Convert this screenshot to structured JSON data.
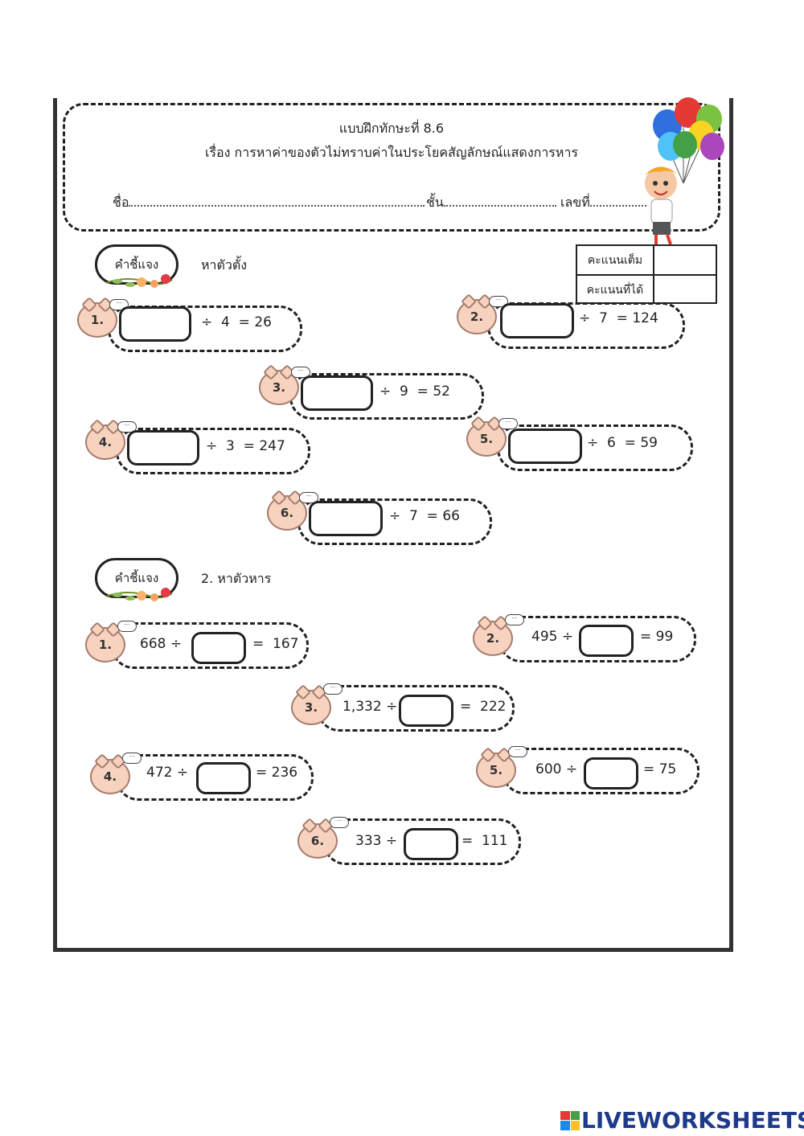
{
  "header": {
    "exercise_title": "แบบฝึกทักษะที่ 8.6",
    "subject": "เรื่อง การหาค่าของตัวไม่ทราบค่าในประโยคสัญลักษณ์แสดงการหาร",
    "name_label": "ชื่อ",
    "class_label": "ชั้น",
    "number_label": "เลขที่"
  },
  "score_table": {
    "full_score_label": "คะแนนเต็ม",
    "obtained_score_label": "คะแนนที่ได้"
  },
  "section1": {
    "badge": "คำชี้แจง",
    "instruction": "หาตัวตั้ง",
    "problems": [
      {
        "num": "1.",
        "tail": "÷  4  = 26"
      },
      {
        "num": "2.",
        "tail": "÷  7  = 124"
      },
      {
        "num": "3.",
        "tail": "÷  9  = 52"
      },
      {
        "num": "4.",
        "tail": "÷  3  = 247"
      },
      {
        "num": "5.",
        "tail": "÷  6  = 59"
      },
      {
        "num": "6.",
        "tail": "÷  7  = 66"
      }
    ]
  },
  "section2": {
    "badge": "คำชี้แจง",
    "instruction": "2. หาตัวหาร",
    "problems": [
      {
        "num": "1.",
        "head": "668 ÷",
        "tail": "=  167"
      },
      {
        "num": "2.",
        "head": "495 ÷",
        "tail": "= 99"
      },
      {
        "num": "3.",
        "head": "1,332 ÷",
        "tail": "=  222"
      },
      {
        "num": "4.",
        "head": "472 ÷",
        "tail": "= 236"
      },
      {
        "num": "5.",
        "head": "600 ÷",
        "tail": "= 75"
      },
      {
        "num": "6.",
        "head": "333 ÷",
        "tail": "=  111"
      }
    ]
  },
  "pig_bubble_text": "···",
  "footer": {
    "brand": "LIVEWORKSHEETS"
  },
  "colors": {
    "pig": "#f7d3bf",
    "brand": "#1e3a8a"
  }
}
